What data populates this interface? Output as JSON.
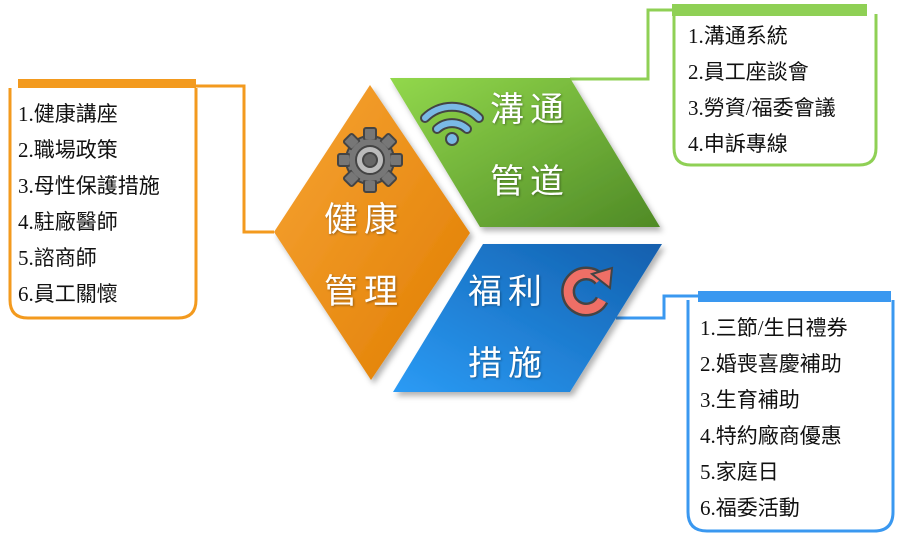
{
  "colors": {
    "health": "#f08a0c",
    "communication": "#7dc142",
    "welfare": "#2a8ee8"
  },
  "health": {
    "title_line1": "健康",
    "title_line2": "管理",
    "icon": "gear-icon",
    "items": [
      "1.健康講座",
      "2.職場政策",
      "3.母性保護措施",
      "4.駐廠醫師",
      "5.諮商師",
      "6.員工關懷"
    ]
  },
  "communication": {
    "title_line1": "溝通",
    "title_line2": "管道",
    "icon": "wifi-icon",
    "items": [
      "1.溝通系統",
      "2.員工座談會",
      "3.勞資/福委會議",
      "4.申訴專線"
    ]
  },
  "welfare": {
    "title_line1": "福利",
    "title_line2": "措施",
    "icon": "refresh-icon",
    "items": [
      "1.三節/生日禮券",
      "2.婚喪喜慶補助",
      "3.生育補助",
      "4.特約廠商優惠",
      "5.家庭日",
      "6.福委活動"
    ]
  }
}
